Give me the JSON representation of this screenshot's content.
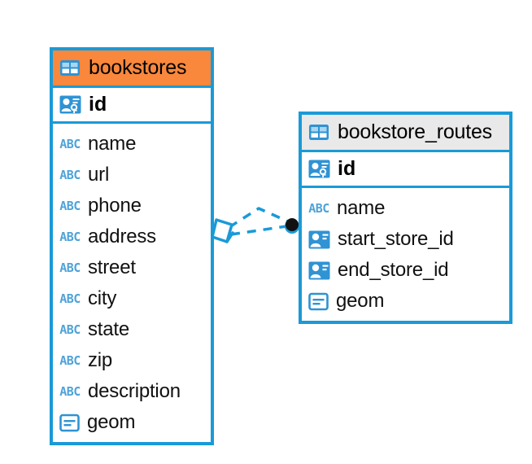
{
  "diagram": {
    "type": "entity-relationship-diagram",
    "background": "#ffffff",
    "accent_blue": "#1a9ad7",
    "accent_orange": "#f9873c",
    "accent_gray": "#e9e9e9",
    "icon_blue": "#2f93d4",
    "abc_blue": "#4fa3d8"
  },
  "tables": [
    {
      "id": "bookstores",
      "name": "bookstores",
      "header_style": "accent-orange",
      "header_icon": "table-icon",
      "primary_key": {
        "label": "id",
        "icon": "primary-key-icon"
      },
      "fields": [
        {
          "label": "name",
          "icon": "text-abc-icon",
          "type": "text"
        },
        {
          "label": "url",
          "icon": "text-abc-icon",
          "type": "text"
        },
        {
          "label": "phone",
          "icon": "text-abc-icon",
          "type": "text"
        },
        {
          "label": "address",
          "icon": "text-abc-icon",
          "type": "text"
        },
        {
          "label": "street",
          "icon": "text-abc-icon",
          "type": "text"
        },
        {
          "label": "city",
          "icon": "text-abc-icon",
          "type": "text"
        },
        {
          "label": "state",
          "icon": "text-abc-icon",
          "type": "text"
        },
        {
          "label": "zip",
          "icon": "text-abc-icon",
          "type": "text"
        },
        {
          "label": "description",
          "icon": "text-abc-icon",
          "type": "text"
        },
        {
          "label": "geom",
          "icon": "geometry-icon",
          "type": "geometry"
        }
      ]
    },
    {
      "id": "bookstore_routes",
      "name": "bookstore_routes",
      "header_style": "accent-gray",
      "header_icon": "table-icon",
      "primary_key": {
        "label": "id",
        "icon": "primary-key-icon"
      },
      "fields": [
        {
          "label": "name",
          "icon": "text-abc-icon",
          "type": "text"
        },
        {
          "label": "start_store_id",
          "icon": "foreign-key-icon",
          "type": "foreign-key"
        },
        {
          "label": "end_store_id",
          "icon": "foreign-key-icon",
          "type": "foreign-key"
        },
        {
          "label": "geom",
          "icon": "geometry-icon",
          "type": "geometry"
        }
      ]
    }
  ],
  "relationship": {
    "from_table": "bookstores",
    "to_table": "bookstore_routes",
    "line_style": "dashed",
    "line_color": "#1a9ad7",
    "source_endpoint": "diamond-marker",
    "target_endpoint": "filled-circle-marker",
    "abc_text": "ABC"
  }
}
